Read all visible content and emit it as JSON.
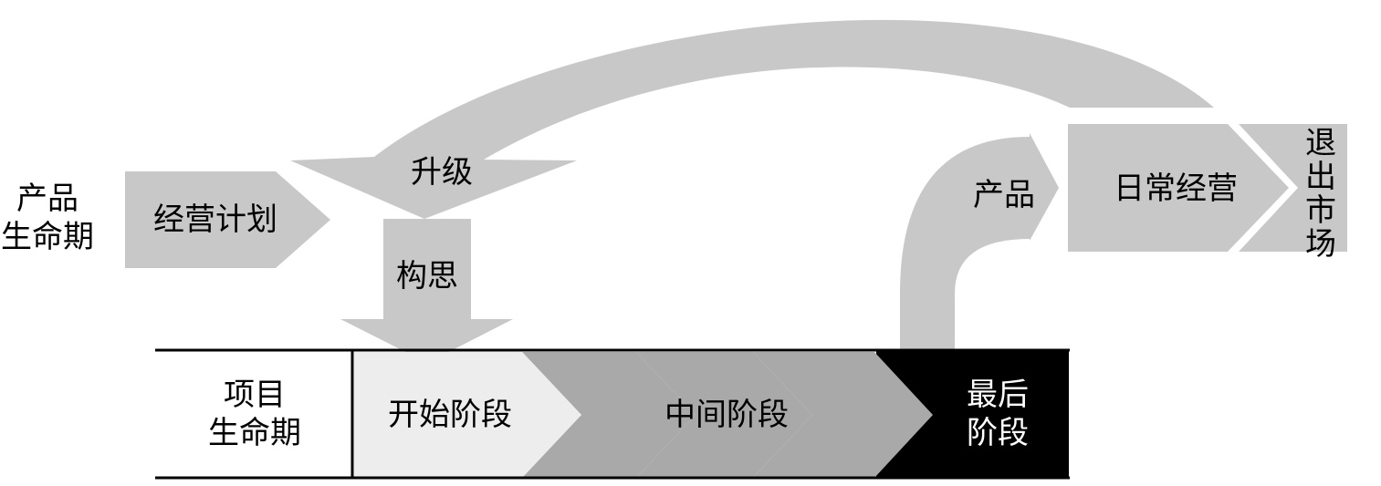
{
  "product_lifecycle": {
    "label_line1": "产品",
    "label_line2": "生命期",
    "business_plan": "经营计划",
    "upgrade": "升级",
    "concept": "构思",
    "product": "产品",
    "daily_operation": "日常经营",
    "exit_market": [
      "退",
      "出",
      "市",
      "场"
    ]
  },
  "project_lifecycle": {
    "label_line1": "项目",
    "label_line2": "生命期",
    "start_phase": "开始阶段",
    "middle_phase": "中间阶段",
    "final_phase_line1": "最后",
    "final_phase_line2": "阶段"
  },
  "colors": {
    "light_gray": "#c8c8c8",
    "start_fill": "#ededed",
    "middle_fill": "#a9a9a9",
    "final_fill": "#000000"
  }
}
